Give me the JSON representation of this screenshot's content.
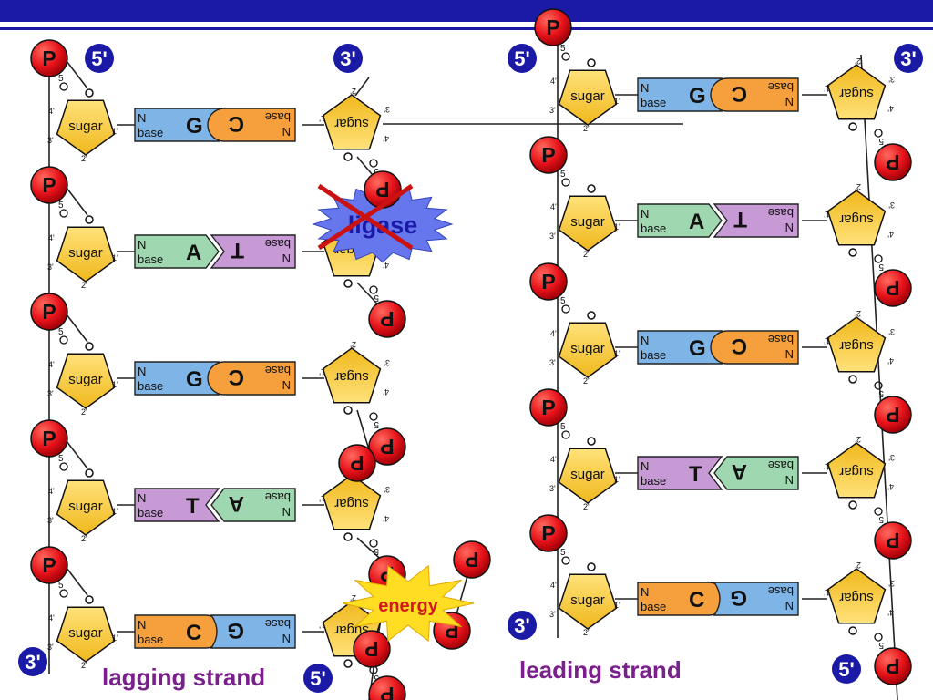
{
  "labels": {
    "p": "P",
    "sugar": "sugar",
    "n": "N",
    "base": "base",
    "five_prime": "5'",
    "three_prime": "3'",
    "ligase": "ligase",
    "energy": "energy",
    "lagging_strand": "lagging strand",
    "leading_strand": "leading strand",
    "c5": "5",
    "c4": "4'",
    "c3": "3'",
    "c2": "2'",
    "c1": "1'"
  },
  "colors": {
    "phosphate": "#e8141b",
    "sugar": "#f5c431",
    "G": "#7fb4e6",
    "C": "#f5a03c",
    "A": "#9fd8b0",
    "T": "#c79ad6",
    "prime_badge": "#1a1aa6",
    "caption": "#7a1f8c",
    "ligase_star": "#6677ee",
    "energy_star": "#ffdd22",
    "cross": "#cc1111"
  },
  "left_strand": {
    "bases": [
      "G",
      "A",
      "G",
      "T",
      "C"
    ],
    "partners": [
      "C",
      "T",
      "C",
      "A",
      "G"
    ]
  },
  "right_strand": {
    "bases": [
      "G",
      "A",
      "G",
      "T",
      "C"
    ],
    "partners": [
      "C",
      "T",
      "C",
      "A",
      "G"
    ]
  }
}
